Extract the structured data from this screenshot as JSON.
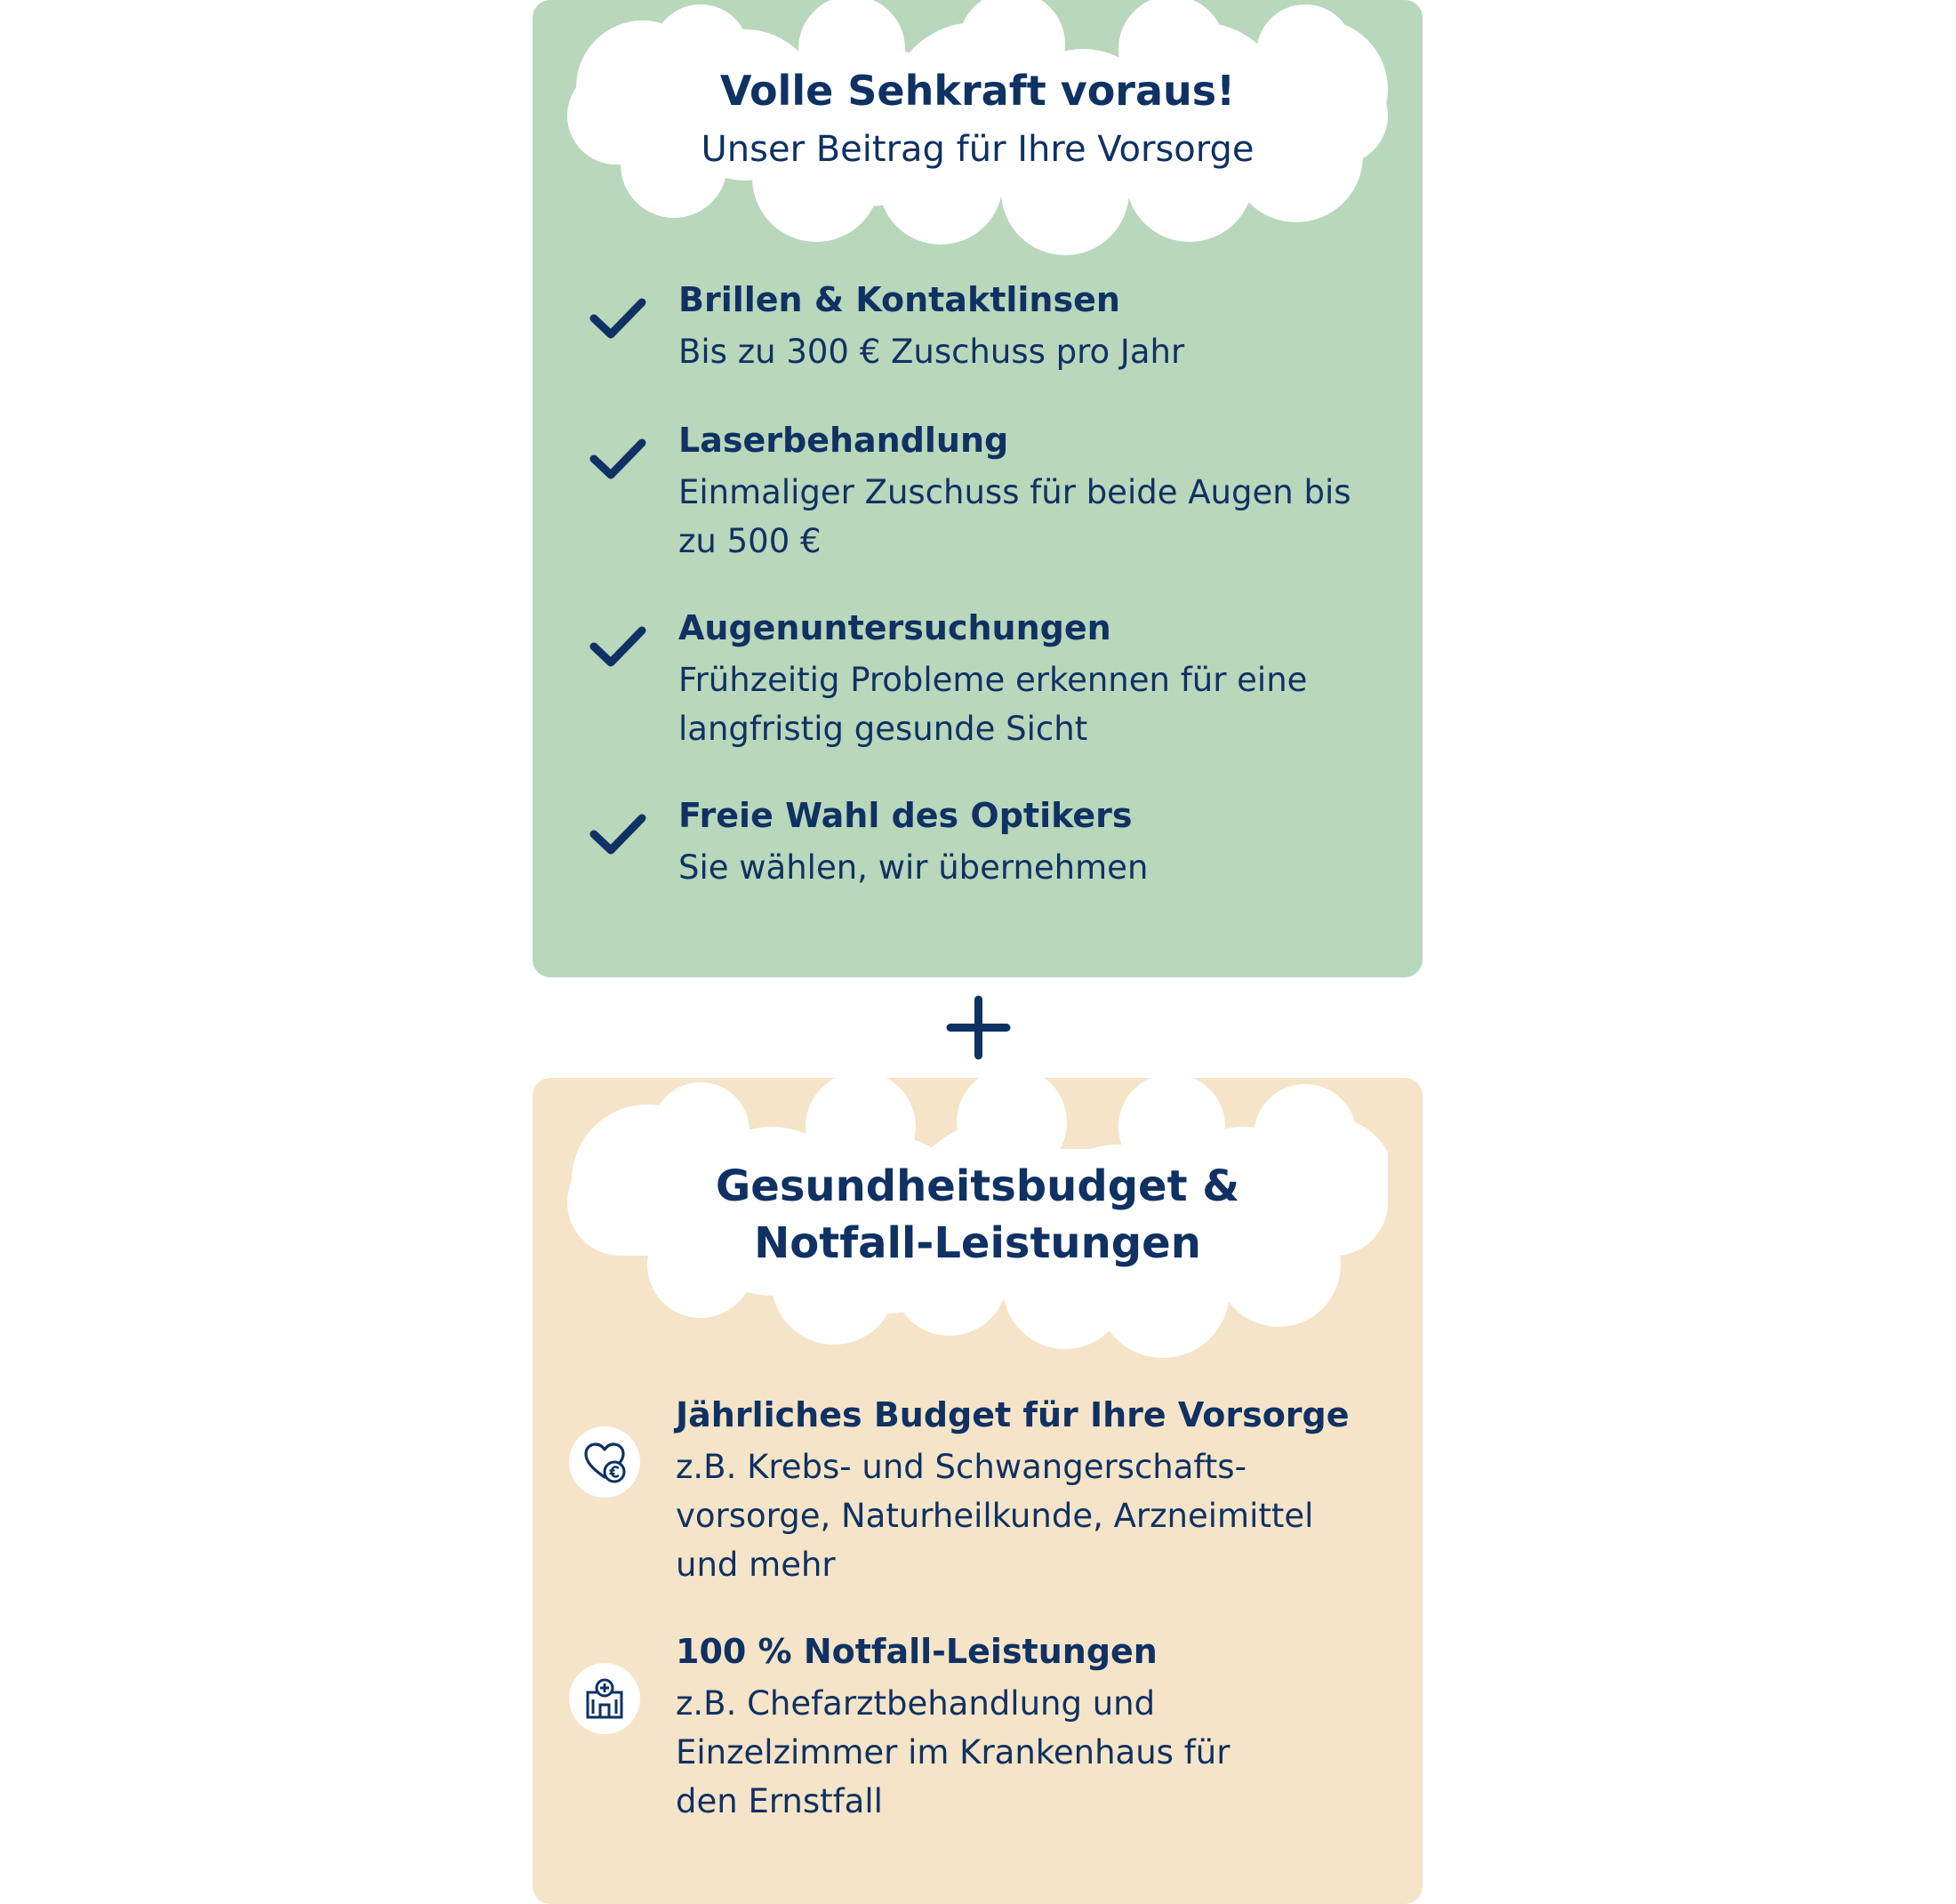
{
  "section_vision": {
    "title": "Volle Sehkraft voraus!",
    "subtitle": "Unser Beitrag für Ihre Vorsorge",
    "items": [
      {
        "title": "Brillen & Kontaktlinsen",
        "description": "Bis zu 300 € Zuschuss pro Jahr",
        "icon": "checkmark-icon"
      },
      {
        "title": "Laserbehandlung",
        "description": "Einmaliger Zuschuss für beide Augen bis zu 500 €",
        "icon": "checkmark-icon"
      },
      {
        "title": "Augenuntersuchungen",
        "description": "Frühzeitig Probleme erkennen für eine langfristig gesunde Sicht",
        "icon": "checkmark-icon"
      },
      {
        "title": "Freie Wahl des Optikers",
        "description": "Sie wählen, wir übernehmen",
        "icon": "checkmark-icon"
      }
    ]
  },
  "combine_symbol": "plus-icon",
  "section_budget": {
    "title_line1": "Gesundheitsbudget &",
    "title_line2": "Notfall-Leistungen",
    "items": [
      {
        "title": "Jährliches Budget für Ihre Vorsorge",
        "description": "z.B. Krebs- und Schwangerschafts-vorsorge, Naturheilkunde, Arzneimittel und mehr",
        "icon": "heart-euro-icon"
      },
      {
        "title": "100 % Notfall-Leistungen",
        "description": "z.B. Chefarztbehandlung und Einzelzimmer im Krankenhaus für den Ernstfall",
        "icon": "hospital-icon"
      }
    ]
  },
  "colors": {
    "text": "#0f3163",
    "card_top_bg": "#b8d7bb",
    "card_bottom_bg": "#f5e4c7",
    "cloud": "#ffffff"
  }
}
